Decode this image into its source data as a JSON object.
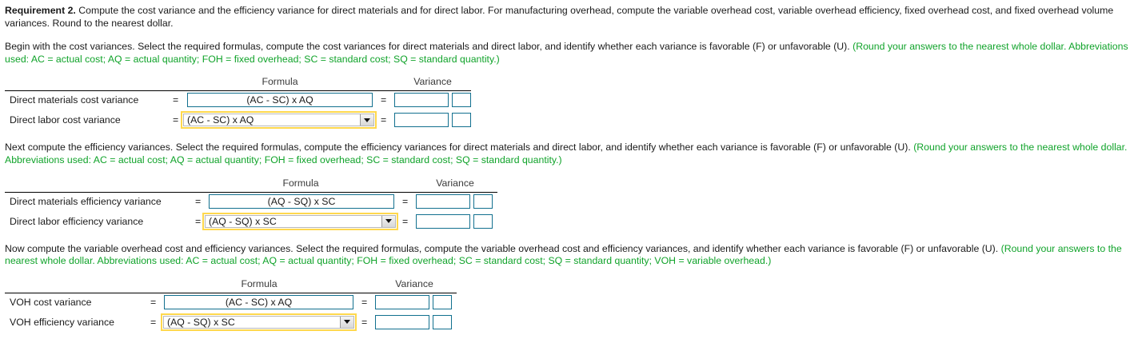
{
  "requirement": {
    "label": "Requirement 2.",
    "text": " Compute the cost variance and the efficiency variance for direct materials and for direct labor. For manufacturing overhead, compute the variable overhead cost, variable overhead efficiency, fixed overhead cost, and fixed overhead volume variances. Round to the nearest dollar."
  },
  "sections": [
    {
      "instruction_black": "Begin with the cost variances. Select the required formulas, compute the cost variances for direct materials and direct labor, and identify whether each variance is favorable (F) or unfavorable (U). ",
      "instruction_green": "(Round your answers to the nearest whole dollar. Abbreviations used: AC = actual cost; AQ = actual quantity; FOH = fixed overhead; SC = standard cost; SQ = standard quantity.)",
      "headers": {
        "formula": "Formula",
        "variance": "Variance"
      },
      "rows": [
        {
          "label": "Direct materials cost variance",
          "equals1": "=",
          "formula": "(AC - SC) x AQ",
          "control": "text",
          "equals2": "=",
          "variance_value": "",
          "fu_value": ""
        },
        {
          "label": "Direct labor cost variance",
          "equals1": "=",
          "formula": "(AC - SC) x AQ",
          "control": "select",
          "equals2": "=",
          "variance_value": "",
          "fu_value": ""
        }
      ]
    },
    {
      "instruction_black": "Next compute the efficiency variances. Select the required formulas, compute the efficiency variances for direct materials and direct labor, and identify whether each variance is favorable (F) or unfavorable (U). ",
      "instruction_green": "(Round your answers to the nearest whole dollar. Abbreviations used: AC = actual cost; AQ = actual quantity; FOH = fixed overhead; SC = standard cost; SQ = standard quantity.)",
      "headers": {
        "formula": "Formula",
        "variance": "Variance"
      },
      "rows": [
        {
          "label": "Direct materials efficiency variance",
          "equals1": "=",
          "formula": "(AQ - SQ) x SC",
          "control": "text",
          "equals2": "=",
          "variance_value": "",
          "fu_value": ""
        },
        {
          "label": "Direct labor efficiency variance",
          "equals1": "=",
          "formula": "(AQ - SQ) x SC",
          "control": "select",
          "equals2": "=",
          "variance_value": "",
          "fu_value": ""
        }
      ]
    },
    {
      "instruction_black": "Now compute the variable overhead cost and efficiency variances. Select the required formulas, compute the variable overhead cost and efficiency variances, and identify whether each variance is favorable (F) or unfavorable (U). ",
      "instruction_green": "(Round your answers to the nearest whole dollar. Abbreviations used: AC = actual cost; AQ = actual quantity; FOH = fixed overhead; SC = standard cost; SQ = standard quantity; VOH = variable overhead.)",
      "headers": {
        "formula": "Formula",
        "variance": "Variance"
      },
      "rows": [
        {
          "label": "VOH cost variance",
          "equals1": "=",
          "formula": "(AC - SC) x AQ",
          "control": "text",
          "equals2": "=",
          "variance_value": "",
          "fu_value": ""
        },
        {
          "label": "VOH efficiency variance",
          "equals1": "=",
          "formula": "(AQ - SQ) x SC",
          "control": "select",
          "equals2": "=",
          "variance_value": "",
          "fu_value": ""
        }
      ]
    }
  ],
  "colors": {
    "green_text": "#10a32a",
    "input_border": "#12708f",
    "focus_ring": "#ffd84d",
    "rule": "#000000"
  }
}
